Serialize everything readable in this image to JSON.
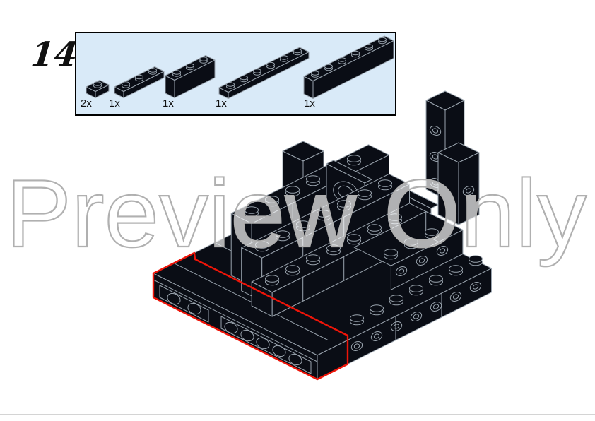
{
  "page": {
    "step_number": "14",
    "watermark_text": "Preview Only"
  },
  "parts_box": {
    "parts": [
      {
        "count": "2x",
        "part": "plate-1x1"
      },
      {
        "count": "1x",
        "part": "plate-1x3"
      },
      {
        "count": "1x",
        "part": "brick-1x3"
      },
      {
        "count": "1x",
        "part": "plate-1x6"
      },
      {
        "count": "1x",
        "part": "brick-1x6"
      }
    ]
  },
  "colors": {
    "page-bg": "#ffffff",
    "box-bg": "#d9eaf8",
    "box-border": "#000000",
    "brick": "#0a0d15",
    "line": "#9aa4ae",
    "highlight": "#ee1509",
    "watermark-stroke": "#b0b0b0",
    "footer-rule": "#d4d4d4",
    "text": "#111111"
  }
}
